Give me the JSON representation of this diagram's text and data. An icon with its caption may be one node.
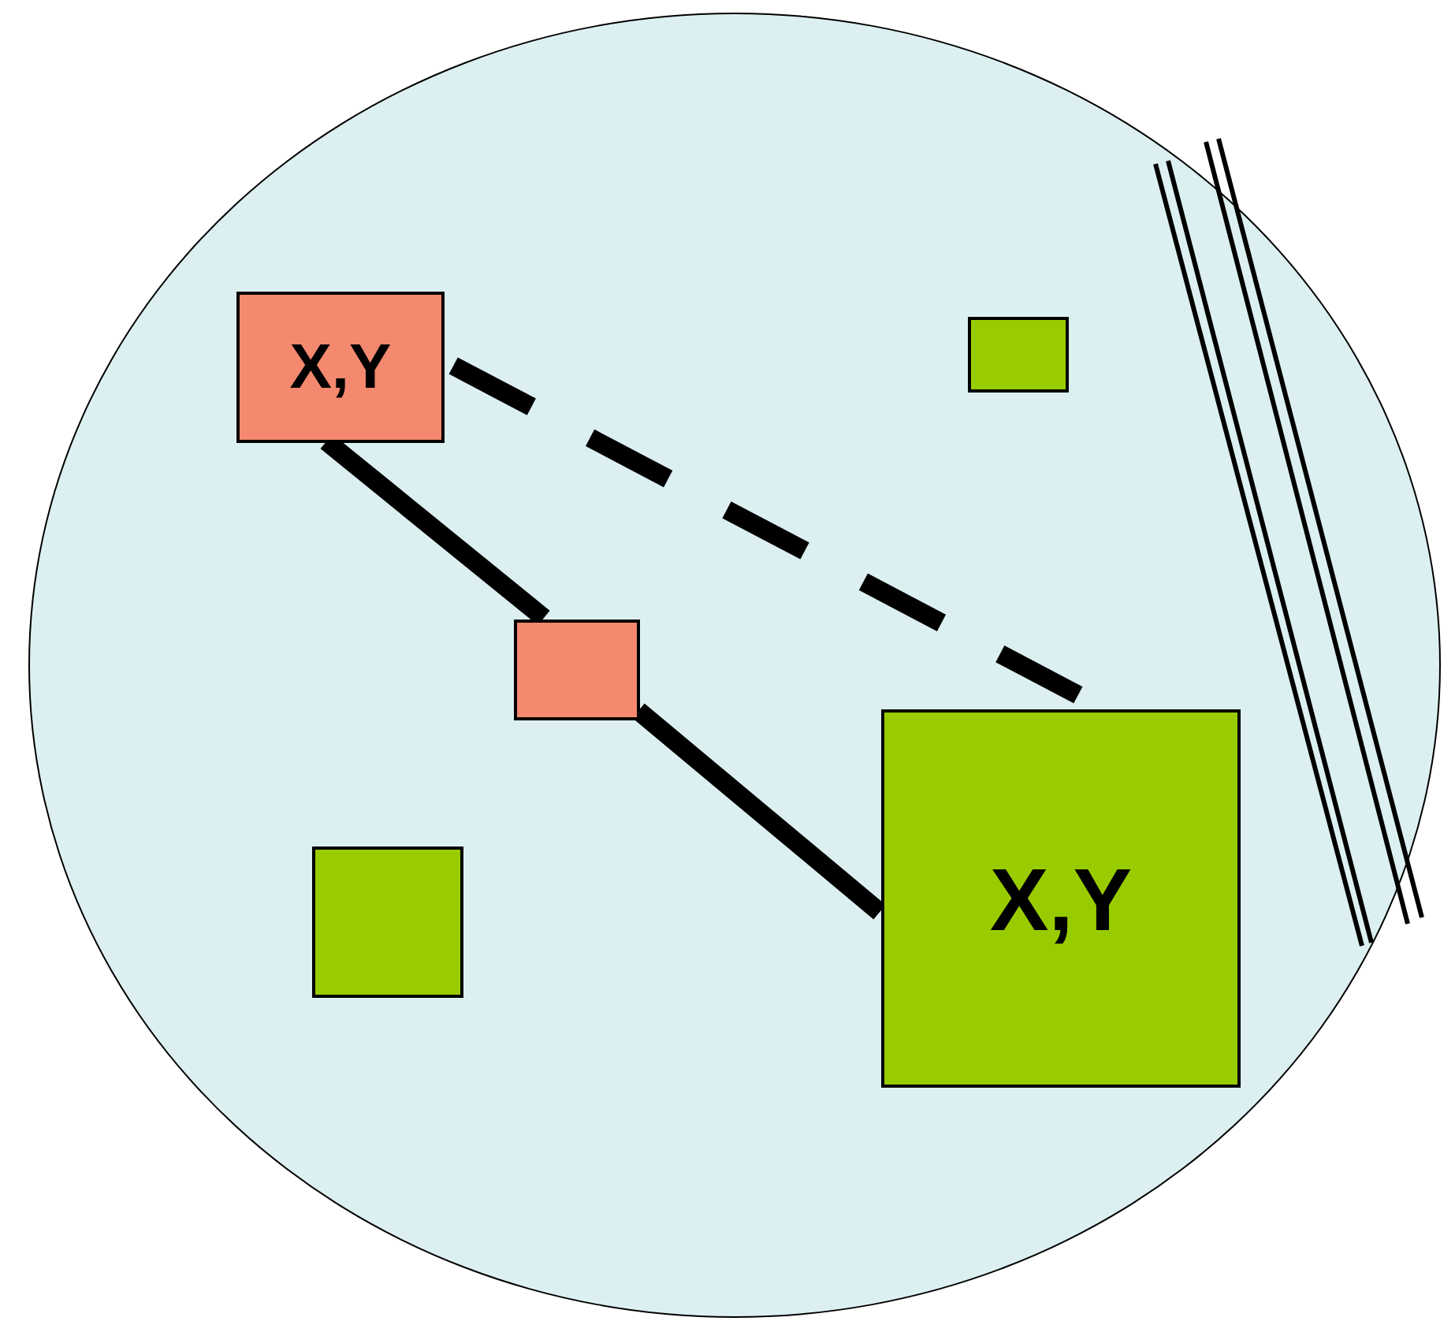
{
  "diagram": {
    "nodes": [
      {
        "text": [],
        "shape": "ellipse"
      },
      {
        "text": [
          "X,Y"
        ],
        "in": 0
      },
      {
        "text": [],
        "shape": "box",
        "in": 0
      },
      {
        "text": [],
        "shape": "box",
        "in": 0
      },
      {
        "text": [
          "X,Y"
        ],
        "in": 0
      },
      {
        "text": [],
        "shape": "box",
        "in": 0
      }
    ],
    "edges": [
      {
        "from": 1,
        "to": 3,
        "arrow": "none"
      },
      {
        "from": 3,
        "to": 4,
        "arrow": "none"
      },
      {
        "from": 1,
        "to": 4,
        "arrow": "none",
        "style": "dashed"
      }
    ]
  }
}
